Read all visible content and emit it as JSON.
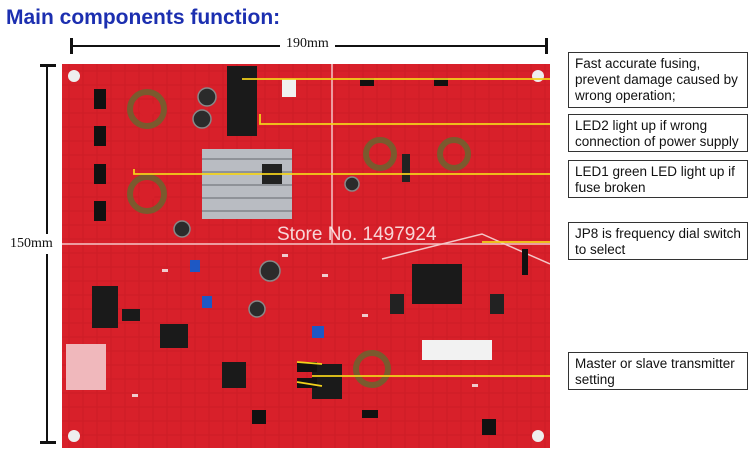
{
  "title": "Main components function:",
  "dimensions": {
    "width_label": "190mm",
    "height_label": "150mm"
  },
  "watermark": "Store No. 1497924",
  "callouts": [
    {
      "text": "Fast accurate fusing, prevent damage caused by wrong operation;"
    },
    {
      "text": "LED2 light up if wrong connection of power supply"
    },
    {
      "text": "LED1 green LED light up if fuse broken"
    },
    {
      "text": "JP8 is frequency dial switch to select"
    },
    {
      "text": "Master or slave transmitter setting"
    }
  ],
  "colors": {
    "board": "#d8202a",
    "title": "#1c2fb0",
    "leader": "#f2d21b"
  }
}
